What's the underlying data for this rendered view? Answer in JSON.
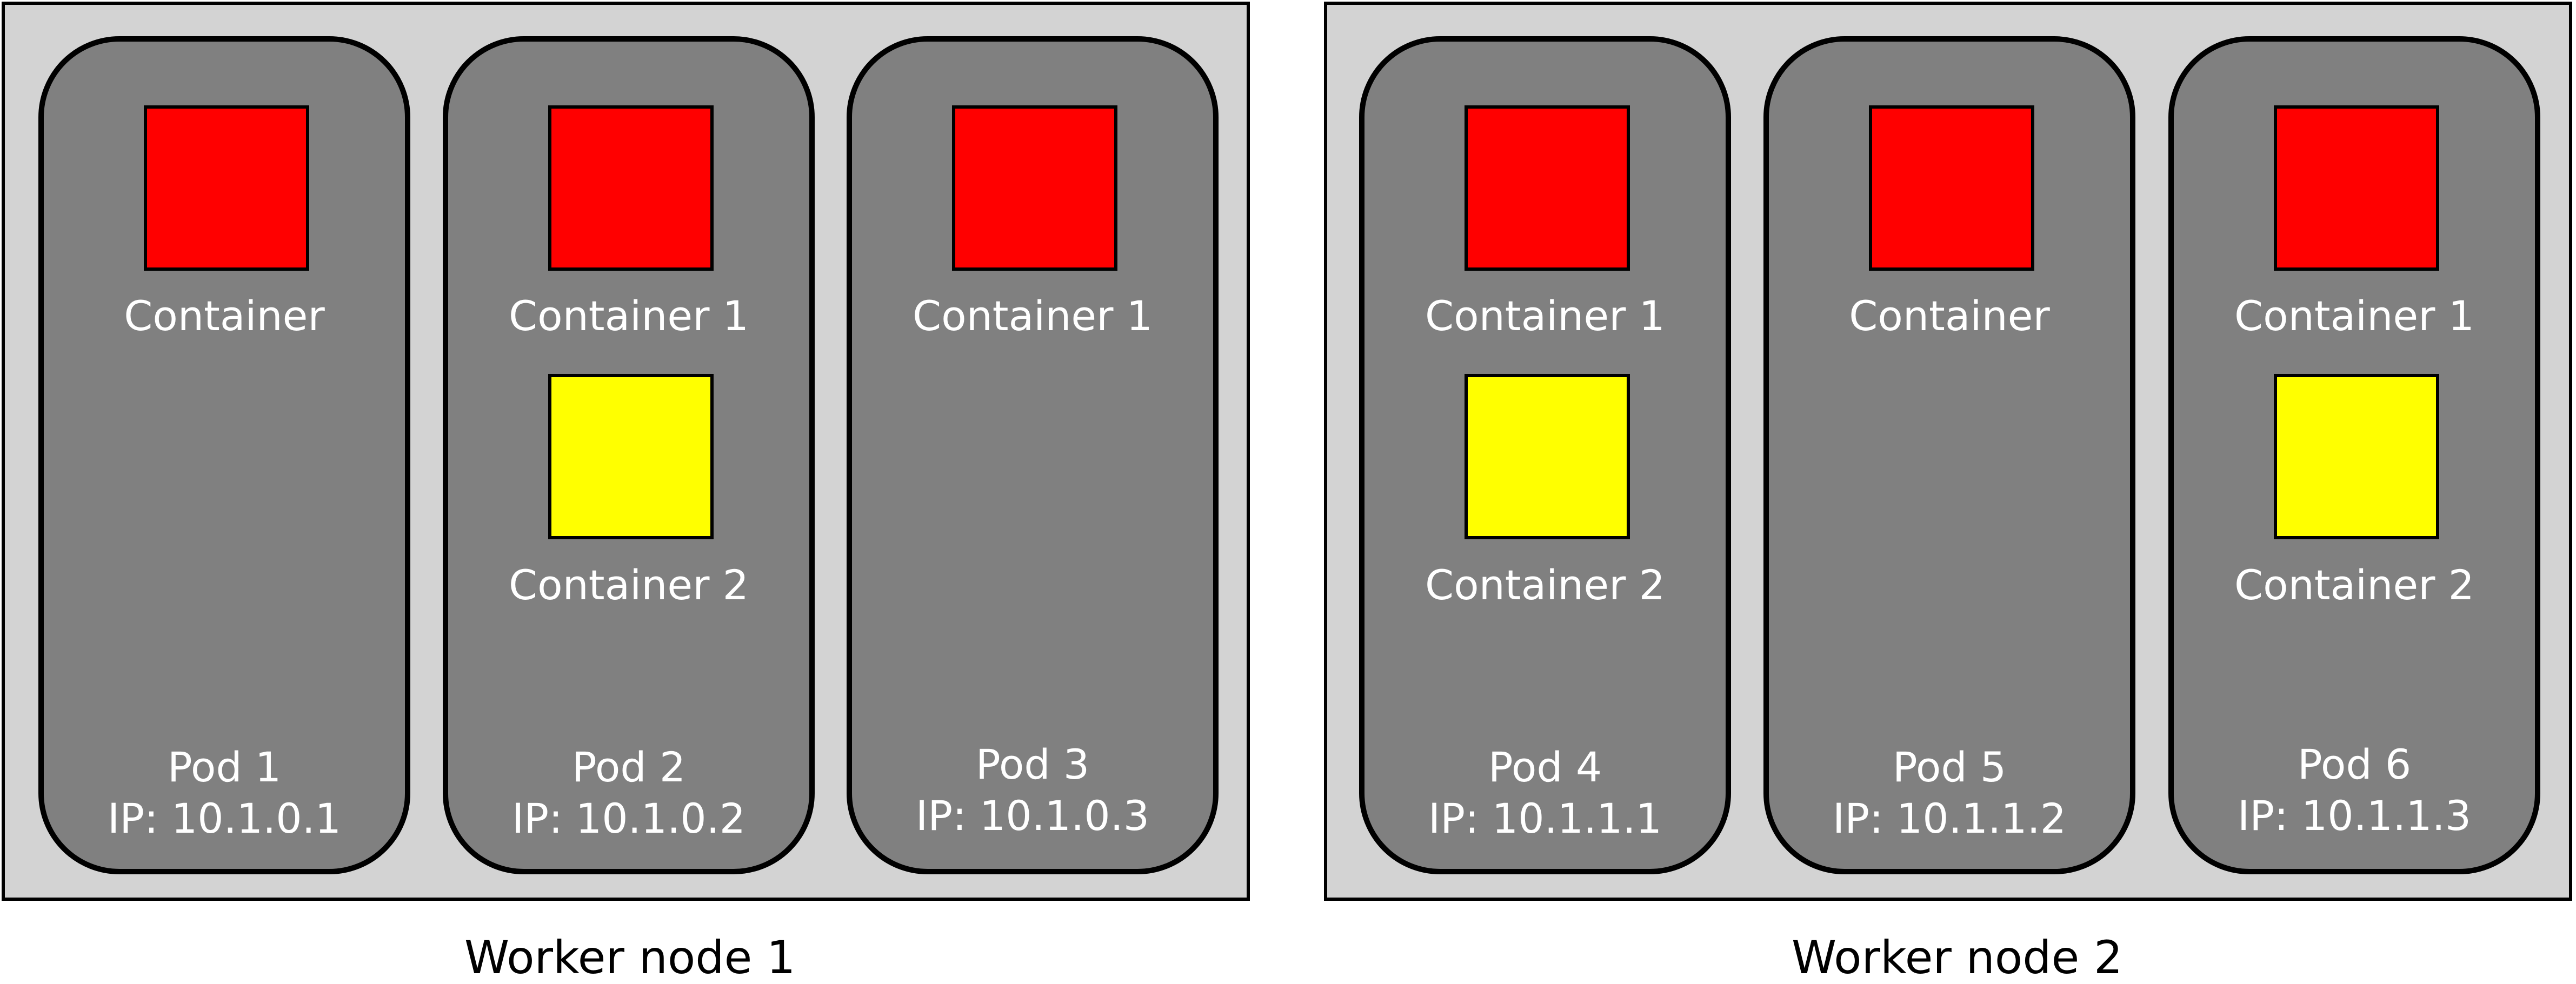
{
  "colors": {
    "node_fill": "#d3d3d3",
    "pod_fill": "#808080",
    "primary_container": "#ff0000",
    "secondary_container": "#ffff00",
    "text_on_pod": "#ffffff"
  },
  "nodes": [
    {
      "label": "Worker node 1",
      "pods": [
        {
          "name": "Pod 1",
          "ip": "IP: 10.1.0.1",
          "containers": [
            "Container"
          ]
        },
        {
          "name": "Pod 2",
          "ip": "IP: 10.1.0.2",
          "containers": [
            "Container 1",
            "Container 2"
          ]
        },
        {
          "name": "Pod 3",
          "ip": "IP: 10.1.0.3",
          "containers": [
            "Container 1"
          ]
        }
      ]
    },
    {
      "label": "Worker node 2",
      "pods": [
        {
          "name": "Pod 4",
          "ip": "IP: 10.1.1.1",
          "containers": [
            "Container 1",
            "Container 2"
          ]
        },
        {
          "name": "Pod 5",
          "ip": "IP: 10.1.1.2",
          "containers": [
            "Container"
          ]
        },
        {
          "name": "Pod 6",
          "ip": "IP: 10.1.1.3",
          "containers": [
            "Container 1",
            "Container 2"
          ]
        }
      ]
    }
  ]
}
